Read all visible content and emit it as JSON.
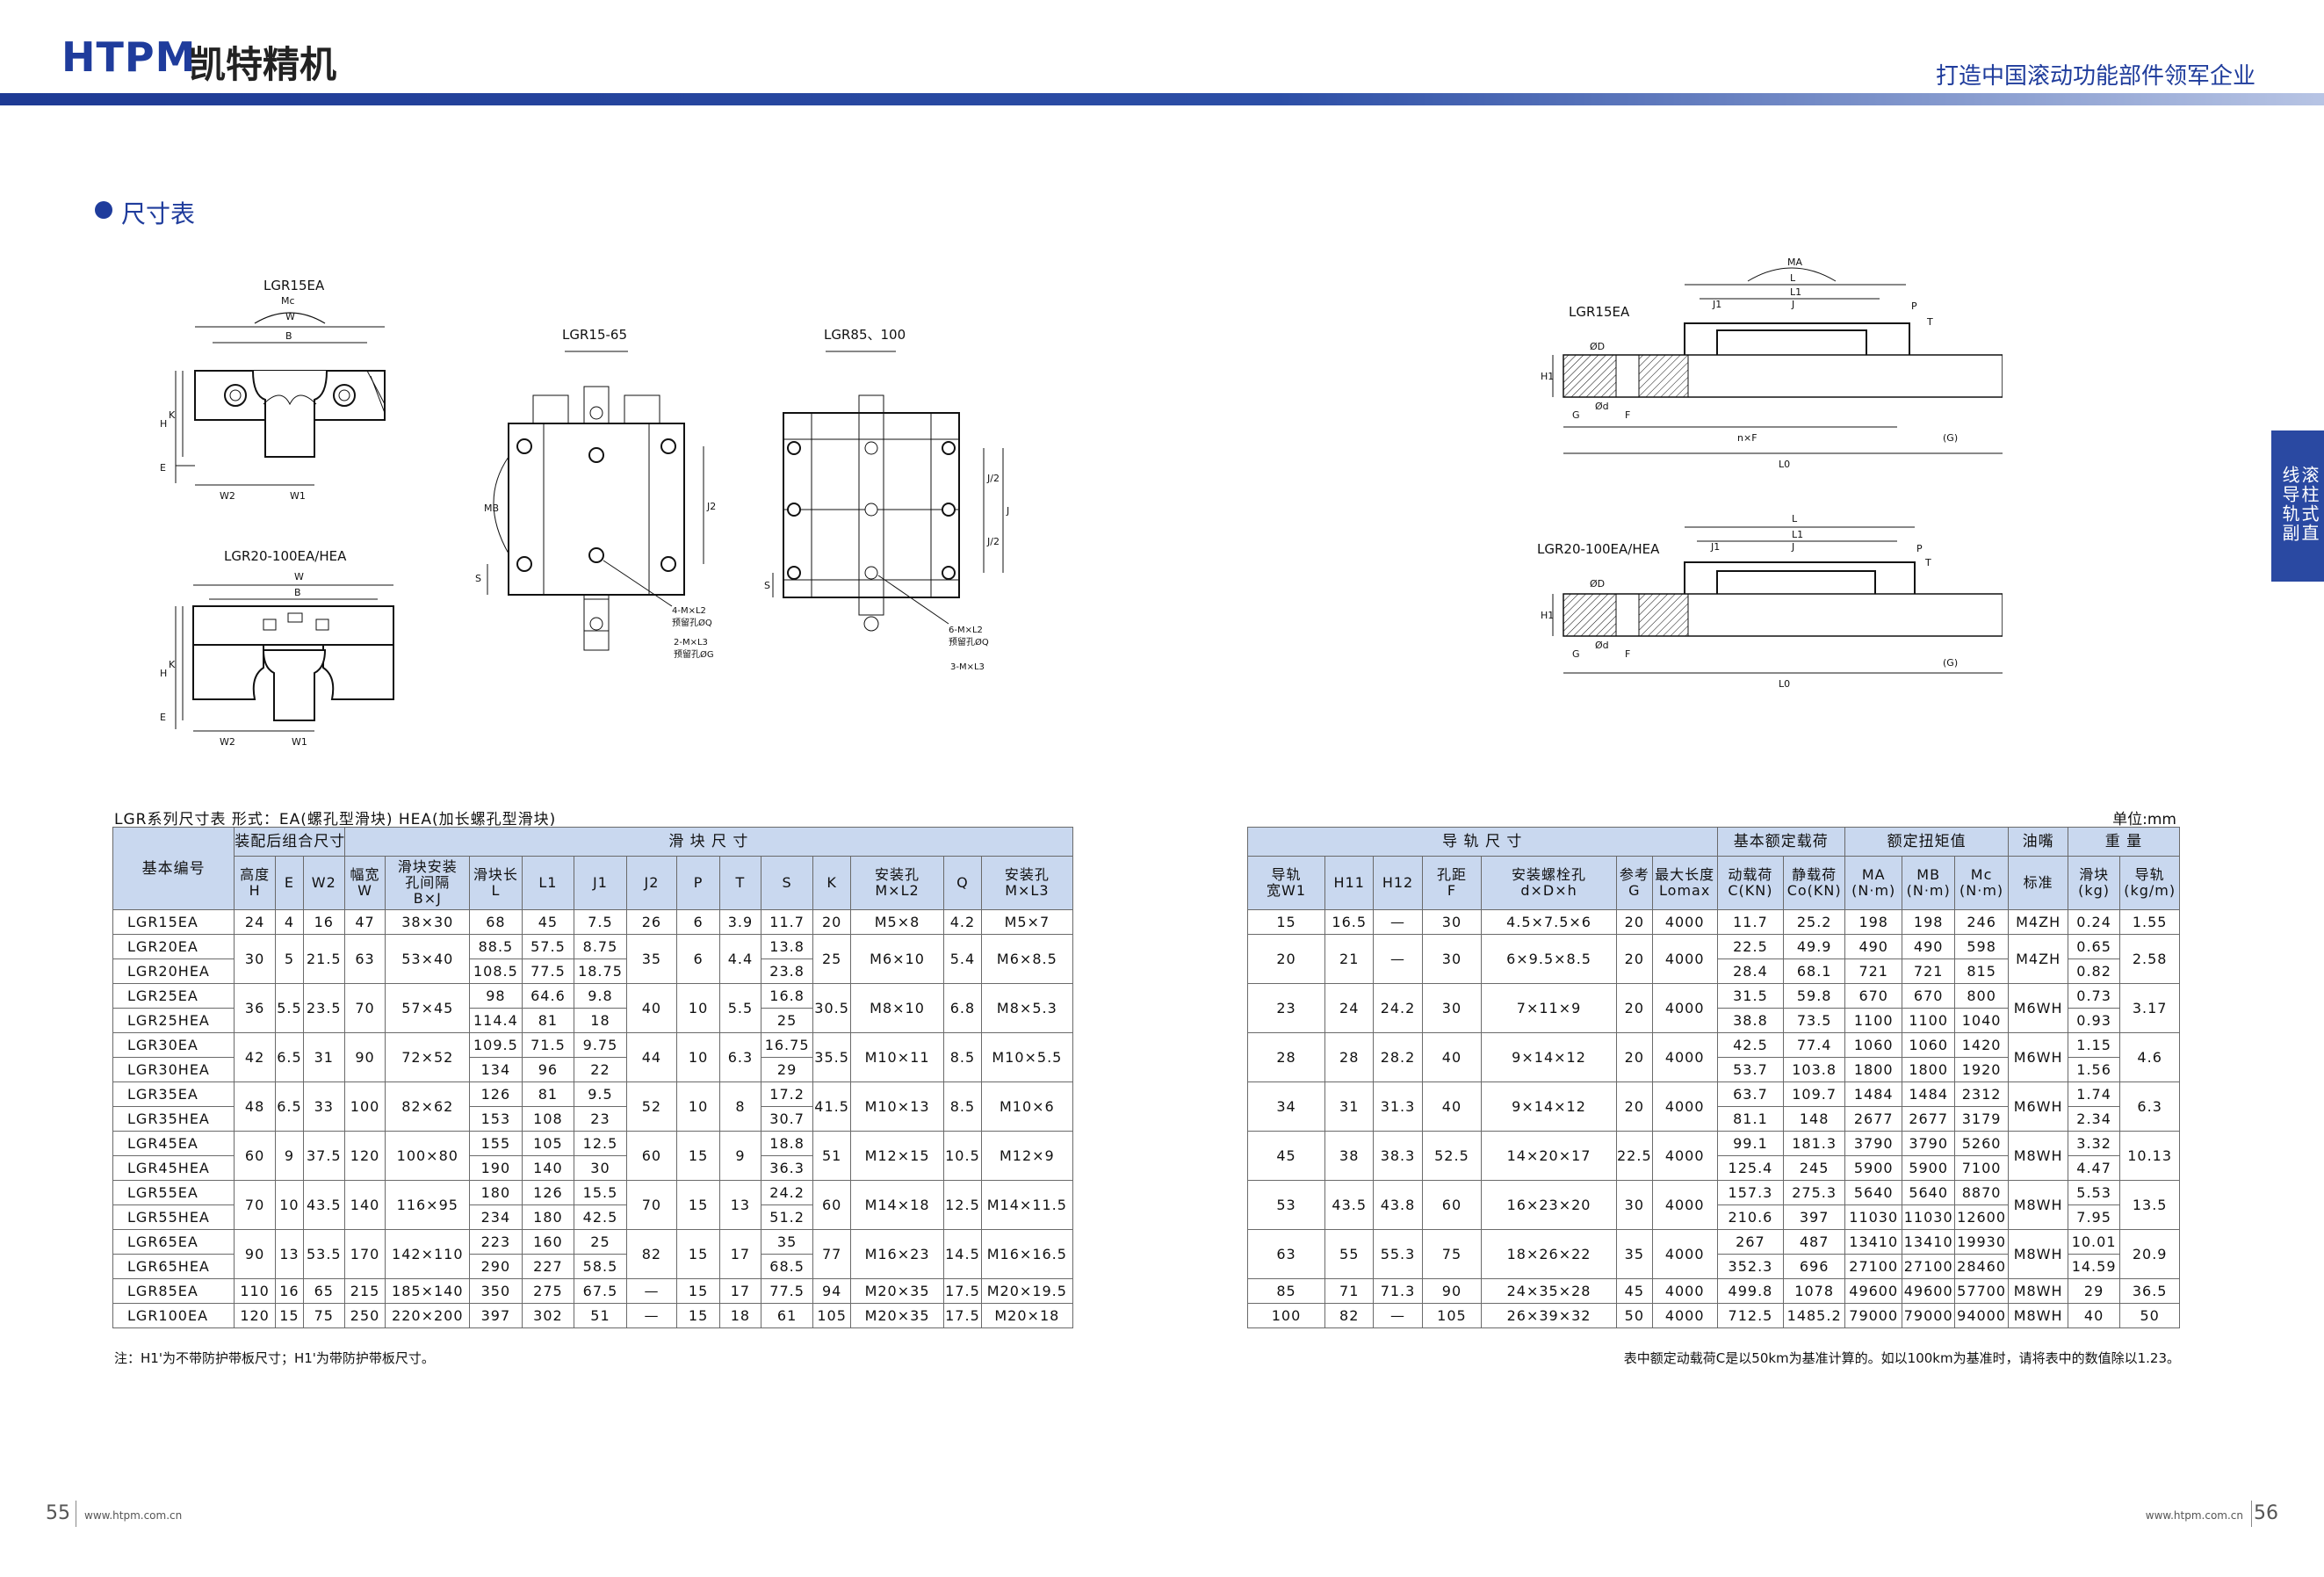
{
  "header": {
    "logo": "HTPM",
    "brand_cn": "凯特精机",
    "slogan": "打造中国滚动功能部件领军企业",
    "side_tab": "滚柱式直线导轨副"
  },
  "section_title": "尺寸表",
  "drawings": {
    "lgr15ea_front": "LGR15EA",
    "lgr20_front": "LGR20-100EA/HEA",
    "top15_65": "LGR15-65",
    "top85_100": "LGR85、100",
    "side15": "LGR15EA",
    "side20": "LGR20-100EA/HEA",
    "labels": {
      "mc": "Mc",
      "w": "W",
      "b": "B",
      "h": "H",
      "k": "K",
      "e": "E",
      "w2": "W2",
      "w1": "W1",
      "mb": "MB",
      "s": "S",
      "j2": "J2",
      "j_half": "J/2",
      "j": "J",
      "hole4": "4-M×L2",
      "hole4b": "预留孔ØQ",
      "hole2": "2-M×L3",
      "hole2b": "预留孔ØG",
      "hole6": "6-M×L2",
      "hole6b": "预留孔ØQ",
      "hole3": "3-M×L3",
      "ma": "MA",
      "l": "L",
      "l1": "L1",
      "j1": "J1",
      "p": "P",
      "t": "T",
      "od": "ØD",
      "h1": "H1",
      "g": "G",
      "od2": "Ød",
      "f": "F",
      "nxf": "n×F",
      "gp": "(G)",
      "l0": "L0"
    }
  },
  "left_table": {
    "caption": "LGR系列尺寸表  形式：EA(螺孔型滑块)  HEA(加长螺孔型滑块)",
    "group_model": "基本编号",
    "group_assembly": "装配后组合尺寸",
    "group_block": "滑 块 尺 寸",
    "headers": [
      "高度\nH",
      "E",
      "W2",
      "幅宽\nW",
      "滑块安装\n孔间隔\nB×J",
      "滑块长\nL",
      "L1",
      "J1",
      "J2",
      "P",
      "T",
      "S",
      "K",
      "安装孔\nM×L2",
      "Q",
      "安装孔\nM×L3"
    ],
    "rows": [
      {
        "models": [
          "LGR15EA"
        ],
        "h": "24",
        "e": "4",
        "w2": "16",
        "w": "47",
        "bj": "38×30",
        "l": [
          "68"
        ],
        "l1": [
          "45"
        ],
        "j1": [
          "7.5"
        ],
        "j2": "26",
        "p": "6",
        "t": "3.9",
        "s": [
          "11.7"
        ],
        "k": "20",
        "ml2": "M5×8",
        "q": "4.2",
        "ml3": "M5×7"
      },
      {
        "models": [
          "LGR20EA",
          "LGR20HEA"
        ],
        "h": "30",
        "e": "5",
        "w2": "21.5",
        "w": "63",
        "bj": "53×40",
        "l": [
          "88.5",
          "108.5"
        ],
        "l1": [
          "57.5",
          "77.5"
        ],
        "j1": [
          "8.75",
          "18.75"
        ],
        "j2": "35",
        "p": "6",
        "t": "4.4",
        "s": [
          "13.8",
          "23.8"
        ],
        "k": "25",
        "ml2": "M6×10",
        "q": "5.4",
        "ml3": "M6×8.5"
      },
      {
        "models": [
          "LGR25EA",
          "LGR25HEA"
        ],
        "h": "36",
        "e": "5.5",
        "w2": "23.5",
        "w": "70",
        "bj": "57×45",
        "l": [
          "98",
          "114.4"
        ],
        "l1": [
          "64.6",
          "81"
        ],
        "j1": [
          "9.8",
          "18"
        ],
        "j2": "40",
        "p": "10",
        "t": "5.5",
        "s": [
          "16.8",
          "25"
        ],
        "k": "30.5",
        "ml2": "M8×10",
        "q": "6.8",
        "ml3": "M8×5.3"
      },
      {
        "models": [
          "LGR30EA",
          "LGR30HEA"
        ],
        "h": "42",
        "e": "6.5",
        "w2": "31",
        "w": "90",
        "bj": "72×52",
        "l": [
          "109.5",
          "134"
        ],
        "l1": [
          "71.5",
          "96"
        ],
        "j1": [
          "9.75",
          "22"
        ],
        "j2": "44",
        "p": "10",
        "t": "6.3",
        "s": [
          "16.75",
          "29"
        ],
        "k": "35.5",
        "ml2": "M10×11",
        "q": "8.5",
        "ml3": "M10×5.5"
      },
      {
        "models": [
          "LGR35EA",
          "LGR35HEA"
        ],
        "h": "48",
        "e": "6.5",
        "w2": "33",
        "w": "100",
        "bj": "82×62",
        "l": [
          "126",
          "153"
        ],
        "l1": [
          "81",
          "108"
        ],
        "j1": [
          "9.5",
          "23"
        ],
        "j2": "52",
        "p": "10",
        "t": "8",
        "s": [
          "17.2",
          "30.7"
        ],
        "k": "41.5",
        "ml2": "M10×13",
        "q": "8.5",
        "ml3": "M10×6"
      },
      {
        "models": [
          "LGR45EA",
          "LGR45HEA"
        ],
        "h": "60",
        "e": "9",
        "w2": "37.5",
        "w": "120",
        "bj": "100×80",
        "l": [
          "155",
          "190"
        ],
        "l1": [
          "105",
          "140"
        ],
        "j1": [
          "12.5",
          "30"
        ],
        "j2": "60",
        "p": "15",
        "t": "9",
        "s": [
          "18.8",
          "36.3"
        ],
        "k": "51",
        "ml2": "M12×15",
        "q": "10.5",
        "ml3": "M12×9"
      },
      {
        "models": [
          "LGR55EA",
          "LGR55HEA"
        ],
        "h": "70",
        "e": "10",
        "w2": "43.5",
        "w": "140",
        "bj": "116×95",
        "l": [
          "180",
          "234"
        ],
        "l1": [
          "126",
          "180"
        ],
        "j1": [
          "15.5",
          "42.5"
        ],
        "j2": "70",
        "p": "15",
        "t": "13",
        "s": [
          "24.2",
          "51.2"
        ],
        "k": "60",
        "ml2": "M14×18",
        "q": "12.5",
        "ml3": "M14×11.5"
      },
      {
        "models": [
          "LGR65EA",
          "LGR65HEA"
        ],
        "h": "90",
        "e": "13",
        "w2": "53.5",
        "w": "170",
        "bj": "142×110",
        "l": [
          "223",
          "290"
        ],
        "l1": [
          "160",
          "227"
        ],
        "j1": [
          "25",
          "58.5"
        ],
        "j2": "82",
        "p": "15",
        "t": "17",
        "s": [
          "35",
          "68.5"
        ],
        "k": "77",
        "ml2": "M16×23",
        "q": "14.5",
        "ml3": "M16×16.5"
      },
      {
        "models": [
          "LGR85EA"
        ],
        "h": "110",
        "e": "16",
        "w2": "65",
        "w": "215",
        "bj": "185×140",
        "l": [
          "350"
        ],
        "l1": [
          "275"
        ],
        "j1": [
          "67.5"
        ],
        "j2": "—",
        "p": "15",
        "t": "17",
        "s": [
          "77.5"
        ],
        "k": "94",
        "ml2": "M20×35",
        "q": "17.5",
        "ml3": "M20×19.5"
      },
      {
        "models": [
          "LGR100EA"
        ],
        "h": "120",
        "e": "15",
        "w2": "75",
        "w": "250",
        "bj": "220×200",
        "l": [
          "397"
        ],
        "l1": [
          "302"
        ],
        "j1": [
          "51"
        ],
        "j2": "—",
        "p": "15",
        "t": "18",
        "s": [
          "61"
        ],
        "k": "105",
        "ml2": "M20×35",
        "q": "17.5",
        "ml3": "M20×18"
      }
    ],
    "note": "注：H1'为不带防护带板尺寸；H1'为带防护带板尺寸。"
  },
  "right_table": {
    "unit": "单位:mm",
    "group_rail": "导 轨 尺 寸",
    "group_load": "基本额定载荷",
    "group_moment": "额定扭矩值",
    "group_oil": "油嘴",
    "group_weight": "重 量",
    "headers": [
      "导轨\n宽W1",
      "H11",
      "H12",
      "孔距\nF",
      "安装螺栓孔\nd×D×h",
      "参考\nG",
      "最大长度\nLomax",
      "动载荷\nC(KN)",
      "静载荷\nCo(KN)",
      "MA\n(N·m)",
      "MB\n(N·m)",
      "Mc\n(N·m)",
      "标准",
      "滑块\n(kg)",
      "导轨\n(kg/m)"
    ],
    "rows": [
      {
        "w1": "15",
        "h11": "16.5",
        "h12": "—",
        "f": "30",
        "bolt": "4.5×7.5×6",
        "g": "20",
        "lmax": "4000",
        "c": [
          "11.7"
        ],
        "co": [
          "25.2"
        ],
        "ma": [
          "198"
        ],
        "mb": [
          "198"
        ],
        "mc": [
          "246"
        ],
        "oil": "M4ZH",
        "wb": [
          "0.24"
        ],
        "wr": "1.55"
      },
      {
        "w1": "20",
        "h11": "21",
        "h12": "—",
        "f": "30",
        "bolt": "6×9.5×8.5",
        "g": "20",
        "lmax": "4000",
        "c": [
          "22.5",
          "28.4"
        ],
        "co": [
          "49.9",
          "68.1"
        ],
        "ma": [
          "490",
          "721"
        ],
        "mb": [
          "490",
          "721"
        ],
        "mc": [
          "598",
          "815"
        ],
        "oil": "M4ZH",
        "wb": [
          "0.65",
          "0.82"
        ],
        "wr": "2.58"
      },
      {
        "w1": "23",
        "h11": "24",
        "h12": "24.2",
        "f": "30",
        "bolt": "7×11×9",
        "g": "20",
        "lmax": "4000",
        "c": [
          "31.5",
          "38.8"
        ],
        "co": [
          "59.8",
          "73.5"
        ],
        "ma": [
          "670",
          "1100"
        ],
        "mb": [
          "670",
          "1100"
        ],
        "mc": [
          "800",
          "1040"
        ],
        "oil": "M6WH",
        "wb": [
          "0.73",
          "0.93"
        ],
        "wr": "3.17"
      },
      {
        "w1": "28",
        "h11": "28",
        "h12": "28.2",
        "f": "40",
        "bolt": "9×14×12",
        "g": "20",
        "lmax": "4000",
        "c": [
          "42.5",
          "53.7"
        ],
        "co": [
          "77.4",
          "103.8"
        ],
        "ma": [
          "1060",
          "1800"
        ],
        "mb": [
          "1060",
          "1800"
        ],
        "mc": [
          "1420",
          "1920"
        ],
        "oil": "M6WH",
        "wb": [
          "1.15",
          "1.56"
        ],
        "wr": "4.6"
      },
      {
        "w1": "34",
        "h11": "31",
        "h12": "31.3",
        "f": "40",
        "bolt": "9×14×12",
        "g": "20",
        "lmax": "4000",
        "c": [
          "63.7",
          "81.1"
        ],
        "co": [
          "109.7",
          "148"
        ],
        "ma": [
          "1484",
          "2677"
        ],
        "mb": [
          "1484",
          "2677"
        ],
        "mc": [
          "2312",
          "3179"
        ],
        "oil": "M6WH",
        "wb": [
          "1.74",
          "2.34"
        ],
        "wr": "6.3"
      },
      {
        "w1": "45",
        "h11": "38",
        "h12": "38.3",
        "f": "52.5",
        "bolt": "14×20×17",
        "g": "22.5",
        "lmax": "4000",
        "c": [
          "99.1",
          "125.4"
        ],
        "co": [
          "181.3",
          "245"
        ],
        "ma": [
          "3790",
          "5900"
        ],
        "mb": [
          "3790",
          "5900"
        ],
        "mc": [
          "5260",
          "7100"
        ],
        "oil": "M8WH",
        "wb": [
          "3.32",
          "4.47"
        ],
        "wr": "10.13"
      },
      {
        "w1": "53",
        "h11": "43.5",
        "h12": "43.8",
        "f": "60",
        "bolt": "16×23×20",
        "g": "30",
        "lmax": "4000",
        "c": [
          "157.3",
          "210.6"
        ],
        "co": [
          "275.3",
          "397"
        ],
        "ma": [
          "5640",
          "11030"
        ],
        "mb": [
          "5640",
          "11030"
        ],
        "mc": [
          "8870",
          "12600"
        ],
        "oil": "M8WH",
        "wb": [
          "5.53",
          "7.95"
        ],
        "wr": "13.5"
      },
      {
        "w1": "63",
        "h11": "55",
        "h12": "55.3",
        "f": "75",
        "bolt": "18×26×22",
        "g": "35",
        "lmax": "4000",
        "c": [
          "267",
          "352.3"
        ],
        "co": [
          "487",
          "696"
        ],
        "ma": [
          "13410",
          "27100"
        ],
        "mb": [
          "13410",
          "27100"
        ],
        "mc": [
          "19930",
          "28460"
        ],
        "oil": "M8WH",
        "wb": [
          "10.01",
          "14.59"
        ],
        "wr": "20.9"
      },
      {
        "w1": "85",
        "h11": "71",
        "h12": "71.3",
        "f": "90",
        "bolt": "24×35×28",
        "g": "45",
        "lmax": "4000",
        "c": [
          "499.8"
        ],
        "co": [
          "1078"
        ],
        "ma": [
          "49600"
        ],
        "mb": [
          "49600"
        ],
        "mc": [
          "57700"
        ],
        "oil": "M8WH",
        "wb": [
          "29"
        ],
        "wr": "36.5"
      },
      {
        "w1": "100",
        "h11": "82",
        "h12": "—",
        "f": "105",
        "bolt": "26×39×32",
        "g": "50",
        "lmax": "4000",
        "c": [
          "712.5"
        ],
        "co": [
          "1485.2"
        ],
        "ma": [
          "79000"
        ],
        "mb": [
          "79000"
        ],
        "mc": [
          "94000"
        ],
        "oil": "M8WH",
        "wb": [
          "40"
        ],
        "wr": "50"
      }
    ],
    "note": "表中额定动载荷C是以50km为基准计算的。如以100km为基准时，请将表中的数值除以1.23。"
  },
  "footer": {
    "page_left": "55",
    "url_left": "www.htpm.com.cn",
    "page_right": "56",
    "url_right": "www.htpm.com.cn"
  }
}
